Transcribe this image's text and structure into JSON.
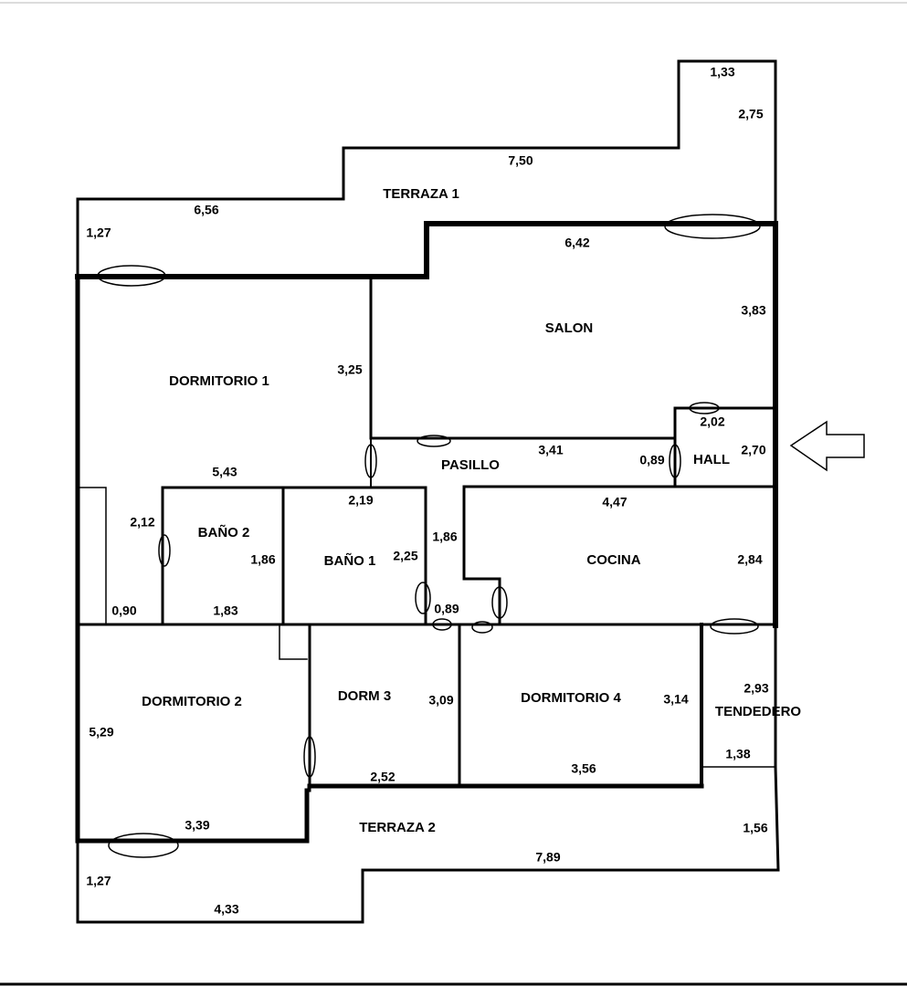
{
  "colors": {
    "wall": "#000000",
    "background": "#ffffff"
  },
  "icons": {
    "entrance": "arrow-left-icon"
  },
  "rooms": {
    "terraza1": "TERRAZA 1",
    "salon": "SALON",
    "dormitorio1": "DORMITORIO 1",
    "pasillo": "PASILLO",
    "hall": "HALL",
    "bano2": "BAÑO 2",
    "bano1": "BAÑO 1",
    "cocina": "COCINA",
    "dormitorio2": "DORMITORIO 2",
    "dorm3": "DORM 3",
    "dormitorio4": "DORMITORIO 4",
    "tendedero": "TENDEDERO",
    "terraza2": "TERRAZA 2"
  },
  "dimensions": {
    "t1_top_right": "1,33",
    "t1_right": "2,75",
    "t1_top": "7,50",
    "t1_left_top": "6,56",
    "t1_left": "1,27",
    "salon_top": "6,42",
    "salon_right": "3,83",
    "dorm1_right": "3,25",
    "hall_top": "2,02",
    "hall_right": "2,70",
    "pasillo_top": "3,41",
    "pasillo_door": "0,89",
    "dorm1_bottom": "5,43",
    "bano1_top": "2,19",
    "cocina_top": "4,47",
    "bano2_left": "2,12",
    "bano2_right": "1,86",
    "bano1_right": "2,25",
    "pasillo_vertical": "1,86",
    "cocina_right": "2,84",
    "closet": "0,90",
    "bano2_bottom": "1,83",
    "pasillo_bottom": "0,89",
    "tendedero_top": "2,93",
    "dorm3_right": "3,09",
    "dorm4_right": "3,14",
    "dorm2_left": "5,29",
    "tendedero_bottom": "1,38",
    "dorm3_bottom": "2,52",
    "dorm4_bottom": "3,56",
    "dorm2_bottom": "3,39",
    "t2_right": "1,56",
    "t2_bottom": "7,89",
    "t2_left": "1,27",
    "t2_left_bottom": "4,33"
  }
}
